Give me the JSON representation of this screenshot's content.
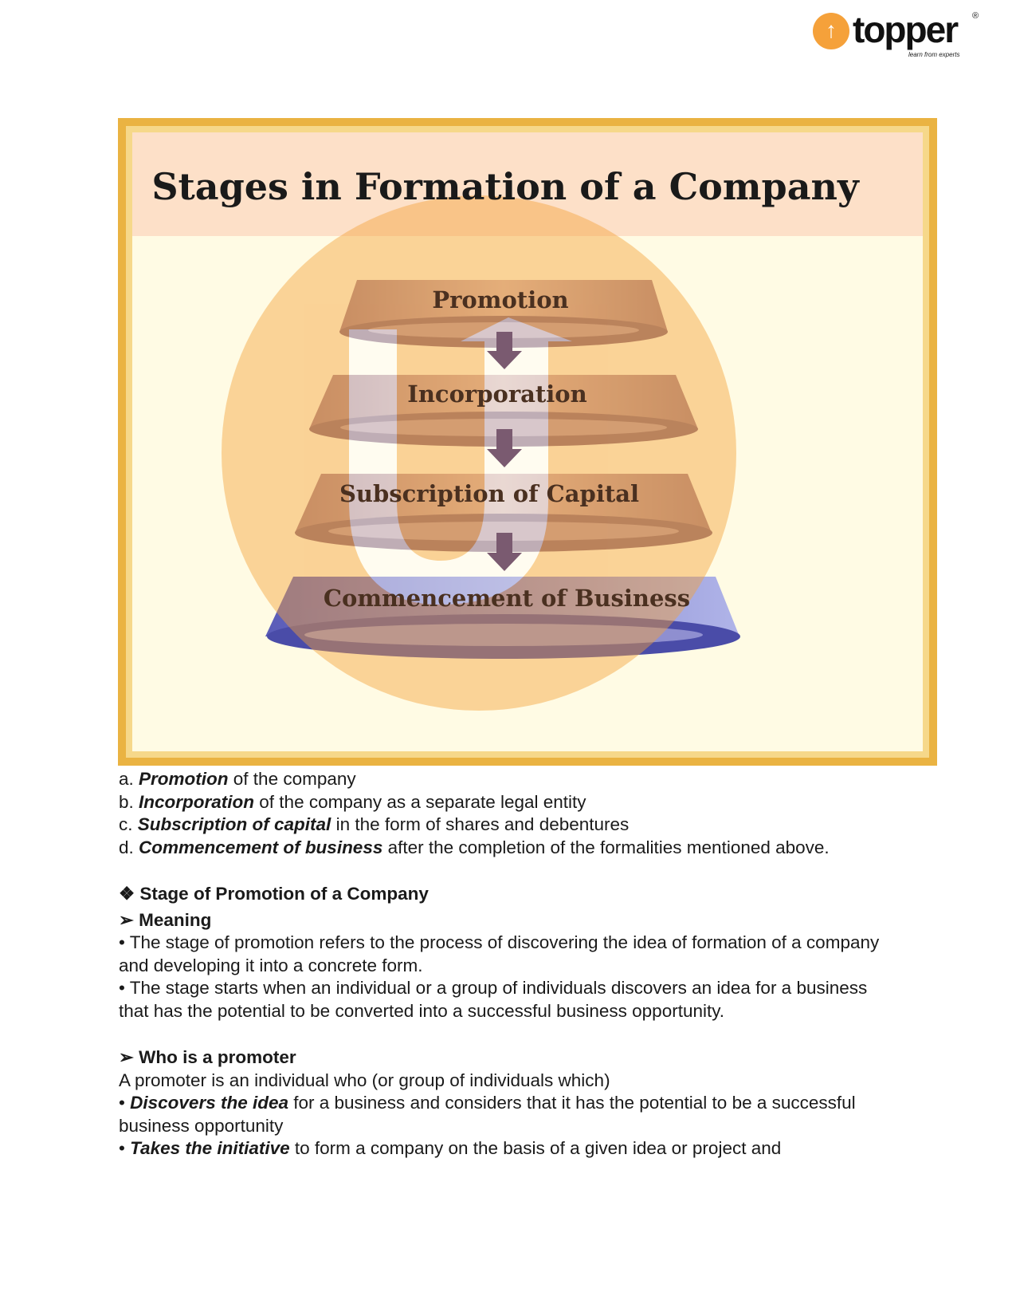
{
  "logo": {
    "text": "topper",
    "tagline": "learn from experts",
    "reg": "®"
  },
  "diagram": {
    "title": "Stages in Formation of a Company",
    "stages": [
      "Promotion",
      "Incorporation",
      "Subscription of Capital",
      "Commencement of Business"
    ]
  },
  "list": [
    {
      "letter": "a.",
      "bold": "Promotion",
      "rest": " of the company"
    },
    {
      "letter": "b.",
      "bold": "Incorporation",
      "rest": " of the company as a separate legal entity"
    },
    {
      "letter": "c.",
      "bold": "Subscription of capital",
      "rest": " in the form of shares and debentures"
    },
    {
      "letter": "d.",
      "bold": "Commencement of business",
      "rest": " after the completion of the formalities mentioned above."
    }
  ],
  "section": {
    "heading": "❖ Stage of Promotion of a Company",
    "meaning_heading": "➢ Meaning",
    "meaning": [
      "• The stage of promotion refers to the process of discovering the idea of formation of a company and developing it into a concrete form.",
      "• The stage starts when an individual or a group of individuals discovers an idea for a business that has the potential to be converted into a successful business opportunity."
    ],
    "promoter_heading": "➢ Who is a promoter",
    "promoter_intro": "A promoter is an individual who (or group of individuals which)",
    "promoter_points": [
      {
        "bullet": "• ",
        "bold": "Discovers the idea",
        "rest": " for a business and considers that it has the potential to be a successful business opportunity"
      },
      {
        "bullet": "• ",
        "bold": "Takes the initiative",
        "rest": " to form a company on the basis of a given idea or project and"
      }
    ]
  }
}
